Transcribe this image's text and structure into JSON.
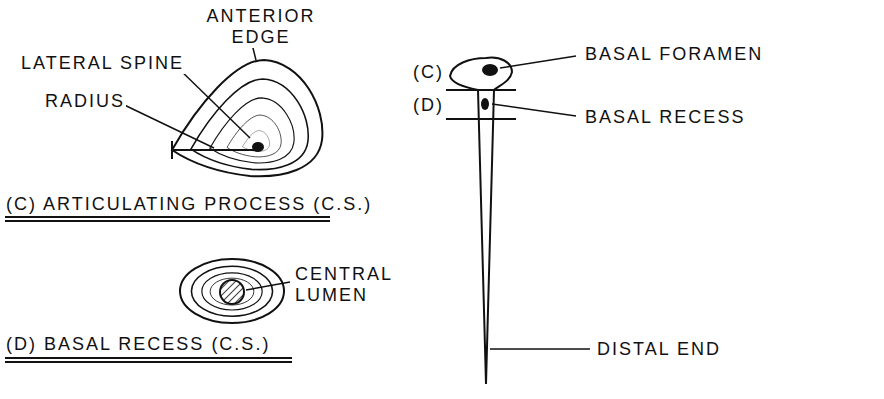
{
  "diagram": {
    "labels": [
      "ANTERIOR EDGE",
      "LATERAL SPINE",
      "RADIUS",
      "(C) ARTICULATING PROCESS (C.S.)",
      "(C)",
      "BASAL FORAMEN",
      "(D)",
      "BASAL RECESS",
      "CENTRAL LUMEN",
      "(D) BASAL RECESS (C.S.)",
      "DISTAL END"
    ]
  }
}
